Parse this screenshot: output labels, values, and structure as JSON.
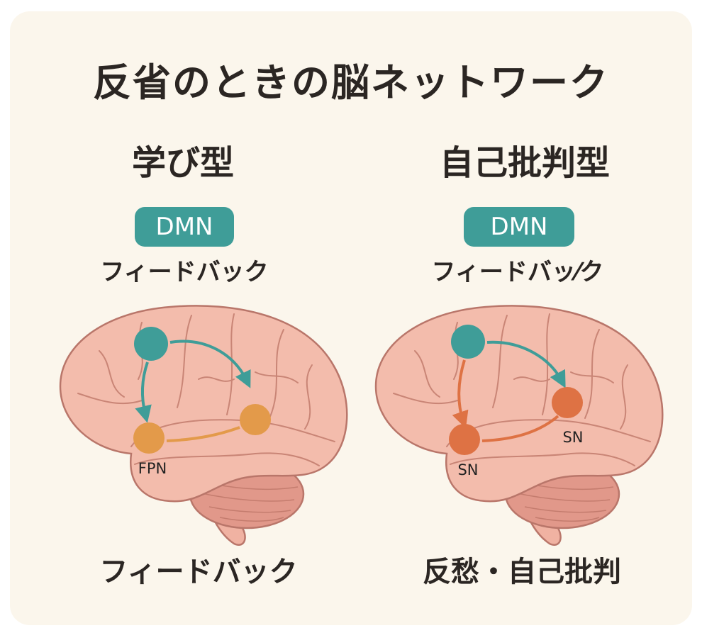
{
  "title": "反省のときの脳ネットワーク",
  "colors": {
    "teal": "#3f9d98",
    "orange_learning": "#e39a4a",
    "orange_critical": "#de7244",
    "brain": "#f3bcac",
    "outline": "#b9766a"
  },
  "panels": [
    {
      "heading": "学び型",
      "badge": "DMN",
      "top_label": "フィードバック",
      "node_labels": [
        "FPN"
      ],
      "bottom_label": "フィードバック"
    },
    {
      "heading": "自己批判型",
      "badge": "DMN",
      "top_label": "フィードバッ⁄ク",
      "node_labels": [
        "SN",
        "SN"
      ],
      "bottom_label": "反愁・自己批判"
    }
  ]
}
